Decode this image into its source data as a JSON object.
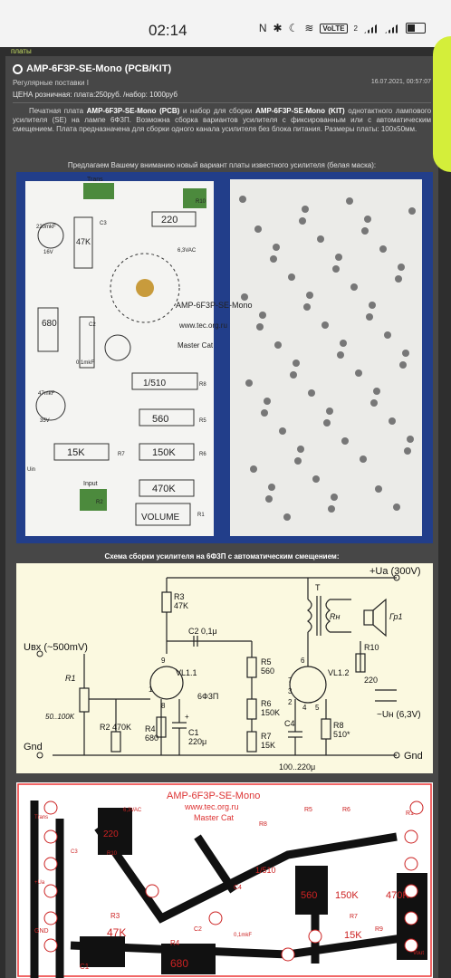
{
  "status": {
    "time": "02:14",
    "network": "VoLTE",
    "sim": "2"
  },
  "breadcrumb": "платы",
  "post": {
    "title": "AMP-6F3P-SE-Mono (PCB/KIT)",
    "category": "Регулярные поставки I",
    "date": "16.07.2021, 00:57:07",
    "price": "ЦЕНА розничная: плата:250руб. /набор: 1000руб",
    "desc_pre": "Печатная плата ",
    "desc_b1": "AMP-6F3P-SE-Mono (PCB)",
    "desc_mid": " и набор для сборки ",
    "desc_b2": "AMP-6F3P-SE-Mono (KIT)",
    "desc_post": " однотактного лампового усилителя (SE) на лампе 6Ф3П. Возможна сборка вариантов усилителя с фиксированным или с автоматическим смещением. Плата предназначена для сборки одного канала усилителя без блока питания. Размеры платы: 100х50мм.",
    "intro": "Предлагаем Вашему вниманию новый вариант платы известного усилителя (белая маска):",
    "schematic_caption": "Схема сборки усилителя на 6Ф3П с автоматическим смещением:"
  },
  "photo": {
    "labels": [
      "Trans",
      "220",
      "R10",
      "220mkF",
      "16V",
      "47K",
      "C3",
      "6,3VAC",
      "680",
      "AMP-6F3P-SE-Mono",
      "www.tec.org.ru",
      "Master Cat",
      "C2",
      "0,1mkF",
      "1/510",
      "R8",
      "47mkF",
      "35V",
      "560",
      "R5",
      "15K",
      "R7",
      "150K",
      "R6",
      "470K",
      "R2",
      "Input",
      "VOLUME",
      "R1",
      "Uin"
    ]
  },
  "schematic": {
    "ua": "+Ua (300V)",
    "uin": "Uвх (~500mV)",
    "r1": "R1",
    "r1v": "50..100K",
    "r3": "R3",
    "r3v": "47K",
    "c2": "C2 0,1μ",
    "vl11": "VL1.1",
    "tube": "6Ф3П",
    "r2": "R2 470K",
    "r4": "R4",
    "r4v": "680",
    "c1": "C1",
    "c1v": "220μ",
    "gnd": "Gnd",
    "gnd2": "Gnd",
    "t": "T",
    "rn": "Rн",
    "gr": "Гр1",
    "r5": "R5",
    "r5v": "560",
    "r6": "R6",
    "r6v": "150K",
    "r7": "R7",
    "r7v": "15K",
    "vl12": "VL1.2",
    "r10": "R10",
    "r10v": "220",
    "un": "~Uн (6,3V)",
    "c4": "C4",
    "r8": "R8",
    "r8v": "510*",
    "c4v": "100..220μ",
    "p9": "9",
    "p8": "8",
    "p1": "1",
    "p6": "6",
    "p7": "7",
    "p3": "3",
    "p2": "2",
    "p4": "4",
    "p5": "5",
    "plus": "+"
  },
  "pcb": {
    "title": "AMP-6F3P-SE-Mono",
    "url": "www.tec.org.ru",
    "author": "Master Cat",
    "labels": [
      "Trans",
      "220",
      "R10",
      "+Ua",
      "C3",
      "6,3VAC",
      "R8",
      "1/510",
      "R5",
      "560",
      "R6",
      "150K",
      "R1",
      "470K",
      "C4",
      "R3",
      "47K",
      "C2",
      "0,1mkF",
      "R4",
      "680",
      "C1",
      "R9",
      "R7",
      "GND",
      "Vout",
      "15K"
    ]
  }
}
